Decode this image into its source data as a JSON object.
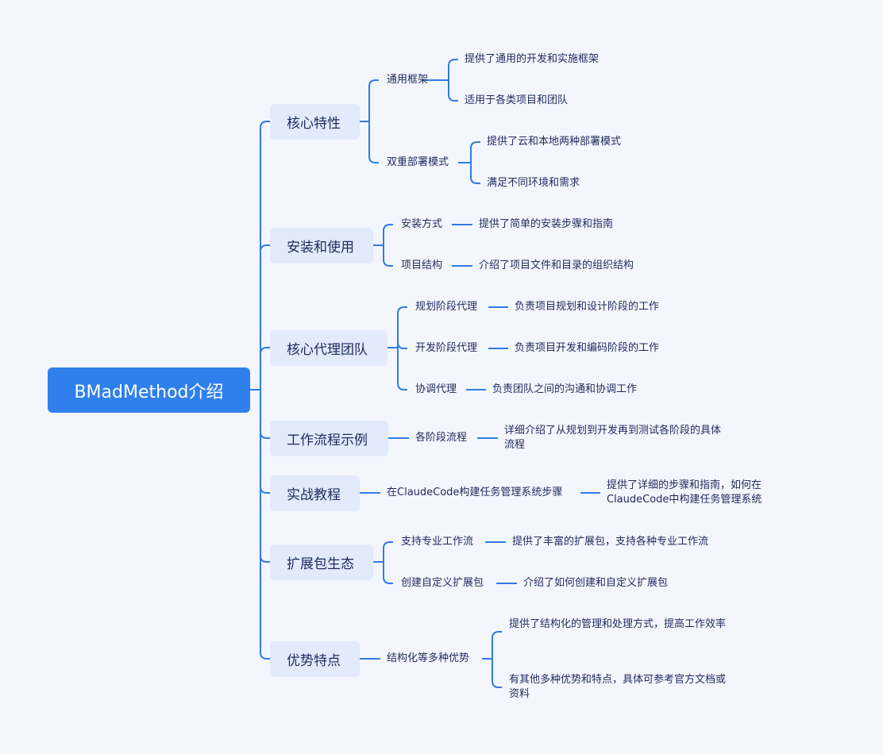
{
  "root": "BMadMethod介绍",
  "colors": {
    "line": "#2e7ce6",
    "root_bg": "#2f80ed",
    "branch_bg": "#e2eafc",
    "text": "#1d2a5c",
    "background": "#f4f6fd"
  },
  "branches": [
    {
      "label": "核心特性",
      "children": [
        {
          "label": "通用框架",
          "leaves": [
            "提供了通用的开发和实施框架",
            "适用于各类项目和团队"
          ]
        },
        {
          "label": "双重部署模式",
          "leaves": [
            "提供了云和本地两种部署模式",
            "满足不同环境和需求"
          ]
        }
      ]
    },
    {
      "label": "安装和使用",
      "children": [
        {
          "label": "安装方式",
          "leaves": [
            "提供了简单的安装步骤和指南"
          ]
        },
        {
          "label": "项目结构",
          "leaves": [
            "介绍了项目文件和目录的组织结构"
          ]
        }
      ]
    },
    {
      "label": "核心代理团队",
      "children": [
        {
          "label": "规划阶段代理",
          "leaves": [
            "负责项目规划和设计阶段的工作"
          ]
        },
        {
          "label": "开发阶段代理",
          "leaves": [
            "负责项目开发和编码阶段的工作"
          ]
        },
        {
          "label": "协调代理",
          "leaves": [
            "负责团队之间的沟通和协调工作"
          ]
        }
      ]
    },
    {
      "label": "工作流程示例",
      "children": [
        {
          "label": "各阶段流程",
          "leaves": [
            "详细介绍了从规划到开发再到测试各阶段的具体流程"
          ]
        }
      ]
    },
    {
      "label": "实战教程",
      "children": [
        {
          "label": "在ClaudeCode构建任务管理系统步骤",
          "leaves": [
            "提供了详细的步骤和指南，如何在ClaudeCode中构建任务管理系统"
          ]
        }
      ]
    },
    {
      "label": "扩展包生态",
      "children": [
        {
          "label": "支持专业工作流",
          "leaves": [
            "提供了丰富的扩展包，支持各种专业工作流"
          ]
        },
        {
          "label": "创建自定义扩展包",
          "leaves": [
            "介绍了如何创建和自定义扩展包"
          ]
        }
      ]
    },
    {
      "label": "优势特点",
      "children": [
        {
          "label": "结构化等多种优势",
          "leaves": [
            "提供了结构化的管理和处理方式，提高工作效率",
            "有其他多种优势和特点，具体可参考官方文档或资料"
          ]
        }
      ]
    }
  ]
}
